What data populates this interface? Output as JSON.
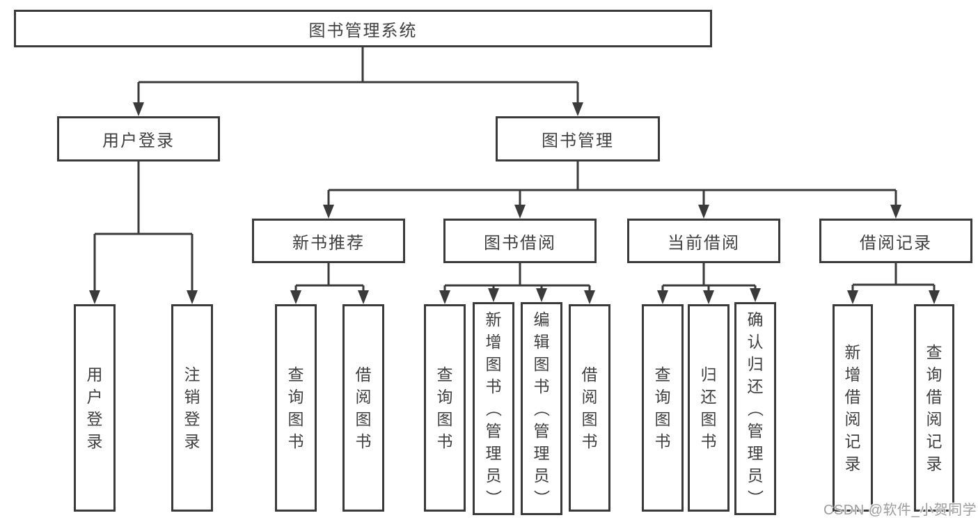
{
  "diagram": {
    "root": {
      "label": "图书管理系统"
    },
    "branches": [
      {
        "label": "用户登录",
        "children": [
          {
            "label": "用户登录"
          },
          {
            "label": "注销登录"
          }
        ]
      },
      {
        "label": "图书管理",
        "children": [
          {
            "label": "新书推荐",
            "children": [
              {
                "label": "查询图书"
              },
              {
                "label": "借阅图书"
              }
            ]
          },
          {
            "label": "图书借阅",
            "children": [
              {
                "label": "查询图书"
              },
              {
                "label": "新增图书（管理员）"
              },
              {
                "label": "编辑图书（管理员）"
              },
              {
                "label": "借阅图书"
              }
            ]
          },
          {
            "label": "当前借阅",
            "children": [
              {
                "label": "查询图书"
              },
              {
                "label": "归还图书"
              },
              {
                "label": "确认归还（管理员）"
              }
            ]
          },
          {
            "label": "借阅记录",
            "children": [
              {
                "label": "新增借阅记录"
              },
              {
                "label": "查询借阅记录"
              }
            ]
          }
        ]
      }
    ]
  },
  "watermark": {
    "text": "CSDN @软件_小贺同学"
  },
  "colors": {
    "line": "#3a3a3a",
    "text": "#3f3f3f",
    "background": "#ffffff",
    "watermark": "#9d9d9d"
  }
}
